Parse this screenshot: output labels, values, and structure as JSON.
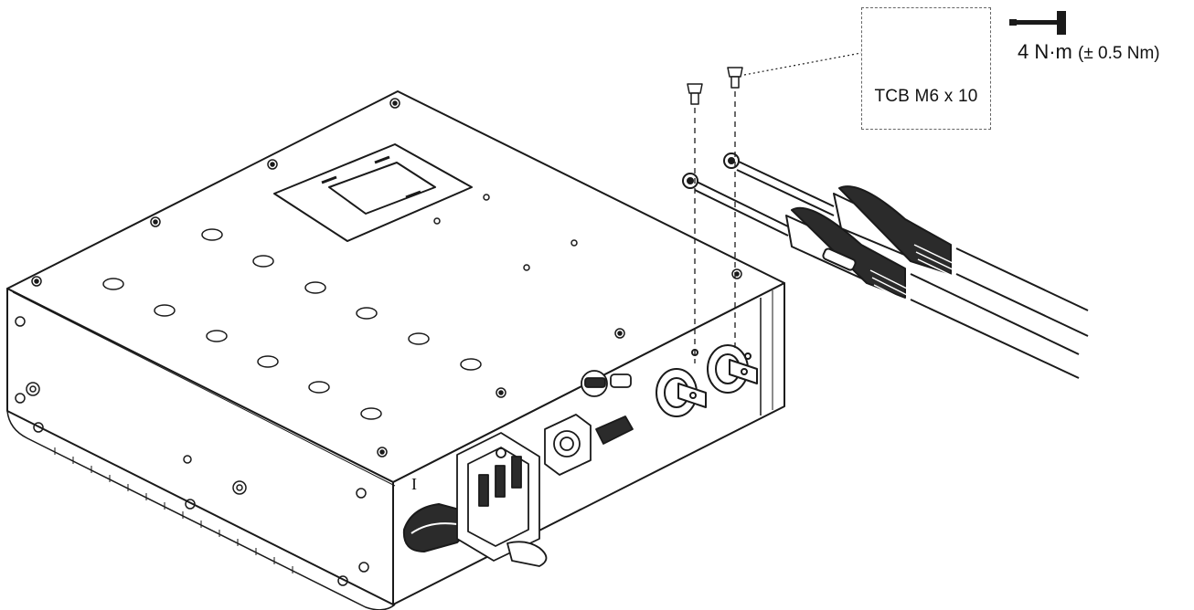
{
  "callout": {
    "part_name": "TCB M6 x 10",
    "icon": "screw-icon"
  },
  "torque": {
    "icon": "torque-wrench-icon",
    "value": "4 N·m",
    "tolerance": "(± 0.5 Nm)"
  },
  "device": {
    "switch_marking": "I"
  },
  "colors": {
    "line": "#1a1a1a",
    "panel_fill": "#ffffff",
    "shade": "#d9d9d9",
    "dark": "#2b2b2b"
  }
}
